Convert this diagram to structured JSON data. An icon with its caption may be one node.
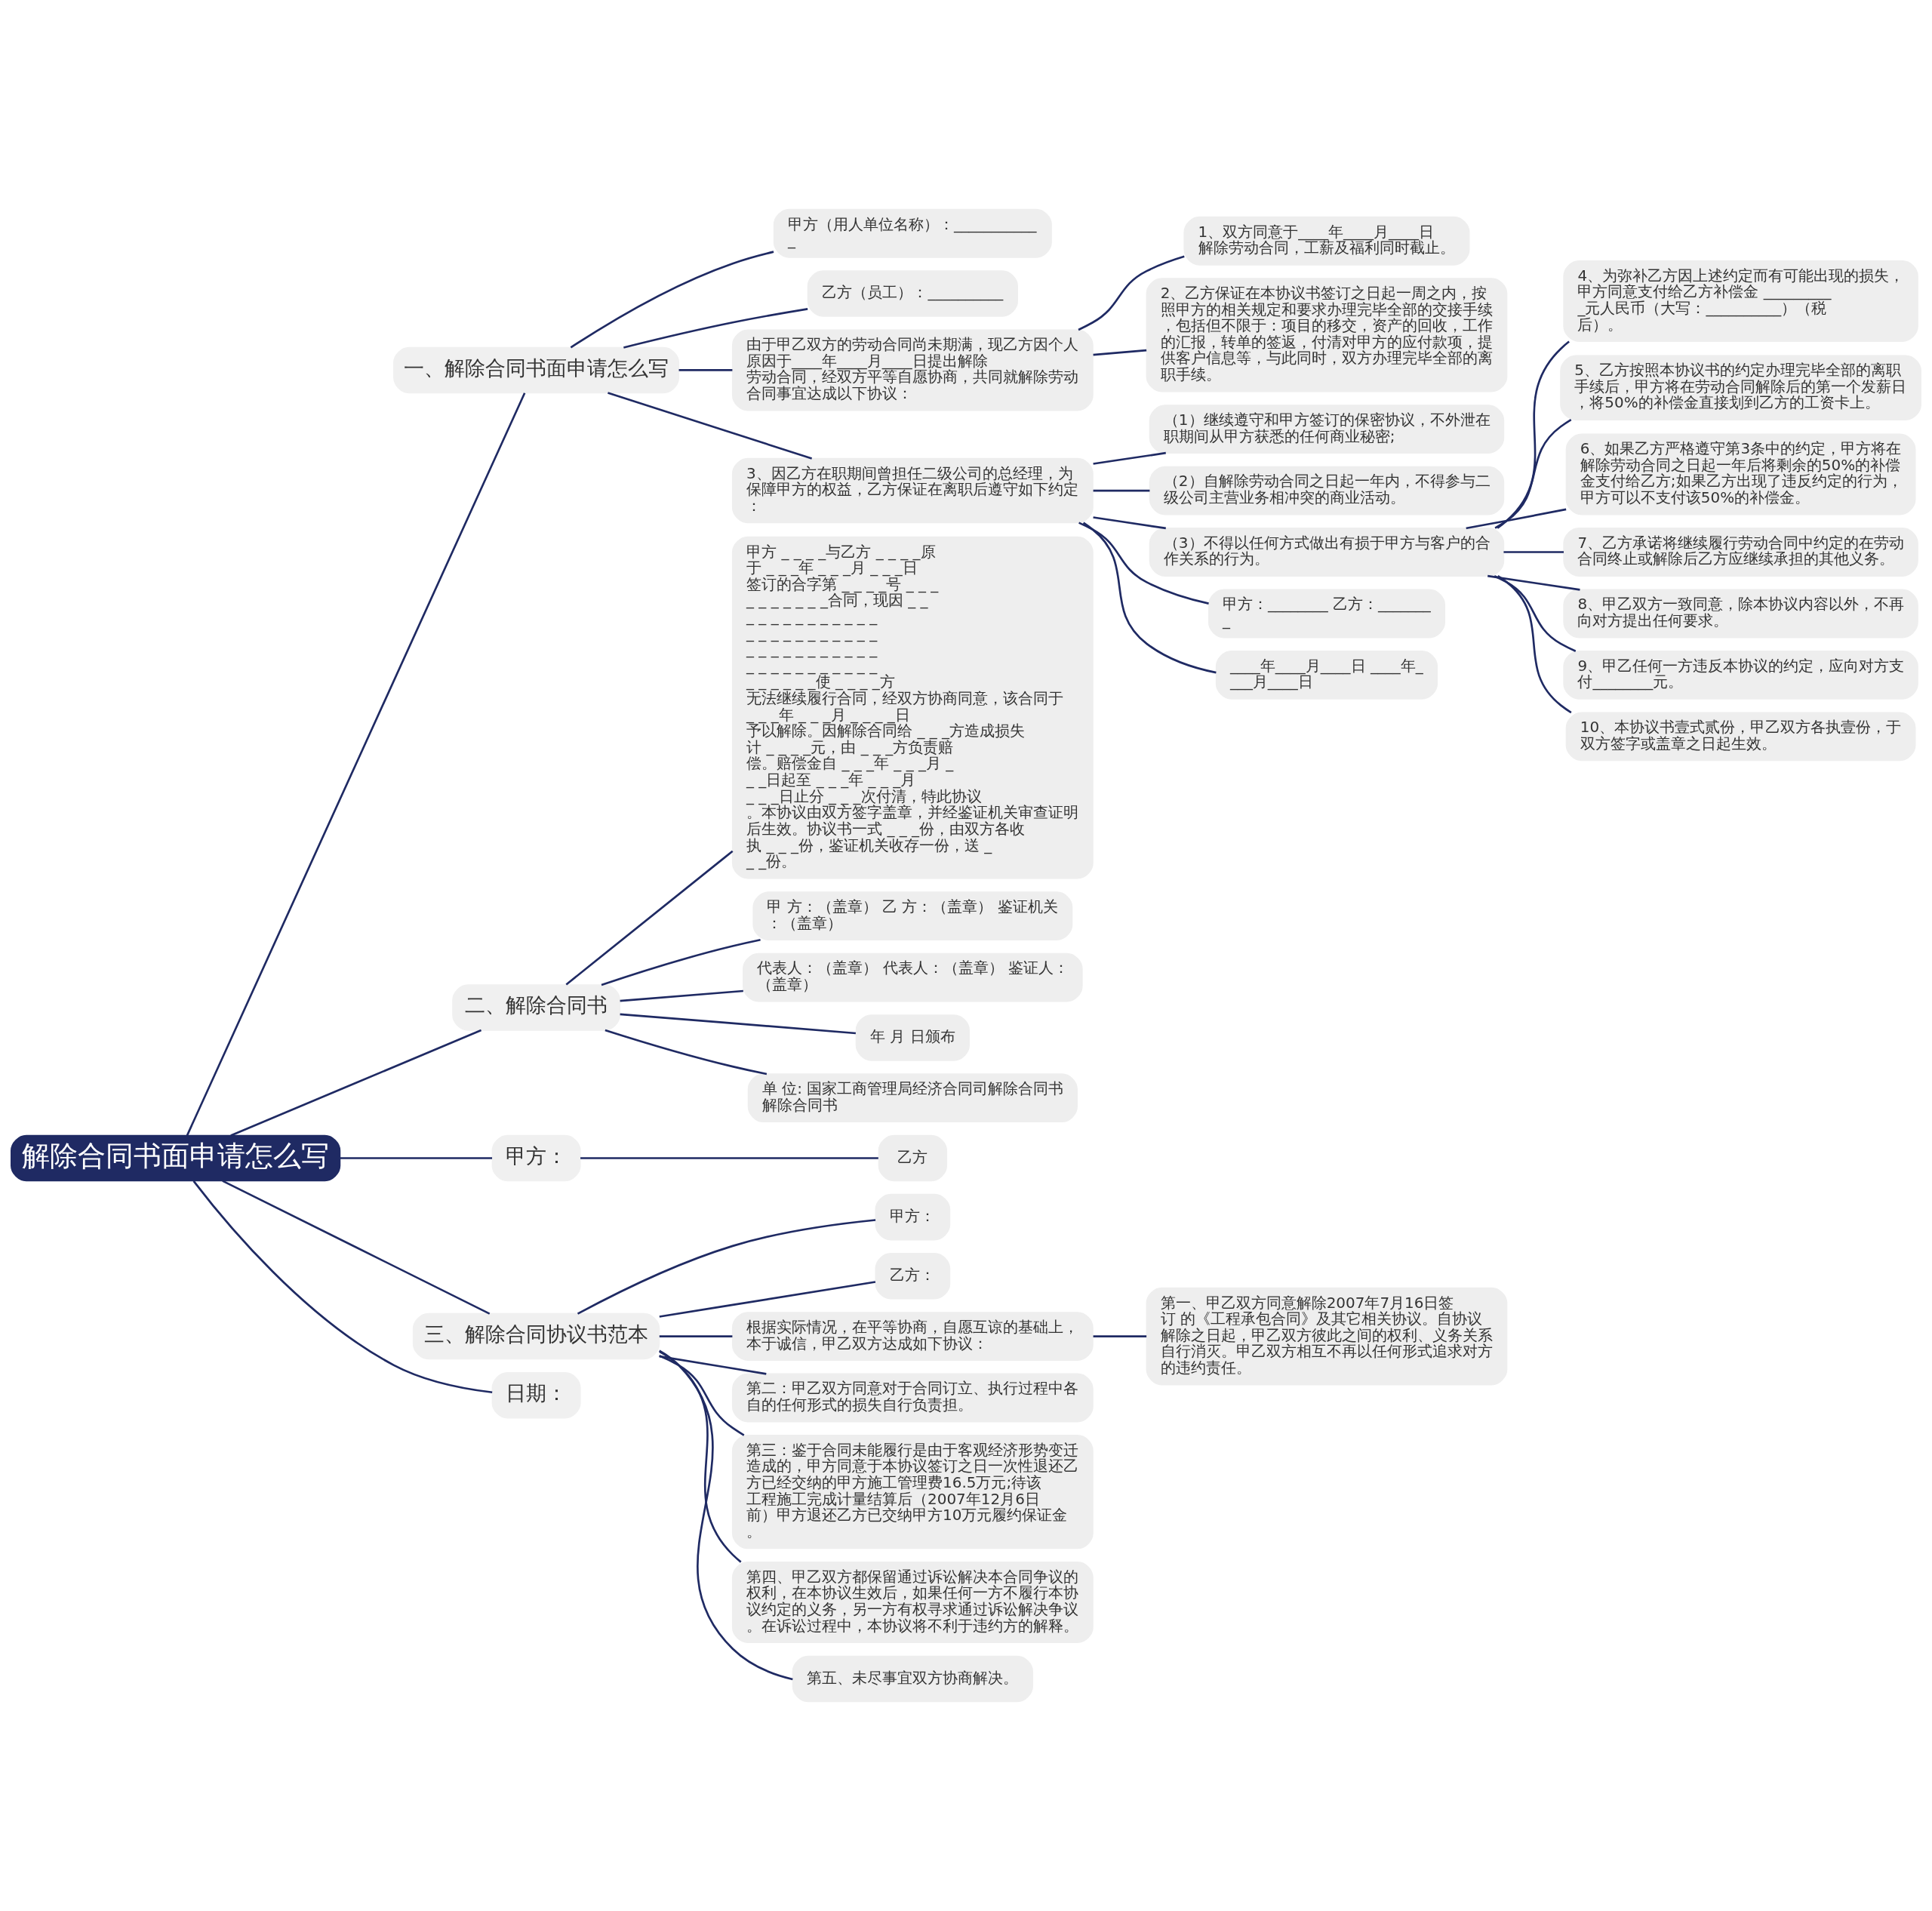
{
  "diagram": {
    "nodes": [
      {
        "text": [
          "解除合同书面申请怎么写"
        ]
      },
      {
        "text": [
          "一、解除合同书面申请怎么写"
        ]
      },
      {
        "text": [
          "甲方（用人单位名称）：____________"
        ]
      },
      {
        "text": [
          "乙方（员工）：__________"
        ]
      },
      {
        "text": [
          "由于甲乙双方的劳动合同尚未期满，现乙方因个人原因于____年____月____日提出解除劳动合同，经双方平等自愿协商，共同就解除劳动合同事宜达成以下协议："
        ]
      },
      {
        "text": [
          "1、双方同意于____年____月____日解除劳动合同，工薪及福利同时截止。"
        ]
      },
      {
        "text": [
          "2、乙方保证在本协议书签订之日起一周之内，按照甲方的相关规定和要求办理完毕全部的交接手续，包括但不限于：项目的移交，资产的回收，工作的汇报，转单的签返，付清对甲方的应付款项，提供客户信息等，与此同时，双方办理完毕全部的离职手续。"
        ]
      },
      {
        "text": [
          "3、因乙方在职期间曾担任二级公司的总经理，为保障甲方的权益，乙方保证在离职后遵守如下约定："
        ]
      },
      {
        "text": [
          "（1）继续遵守和甲方签订的保密协议，不外泄在职期间从甲方获悉的任何商业秘密;"
        ]
      },
      {
        "text": [
          "（2）自解除劳动合同之日起一年内，不得参与二级公司主营业务相冲突的商业活动。"
        ]
      },
      {
        "text": [
          "（3）不得以任何方式做出有损于甲方与客户的合作关系的行为。"
        ]
      },
      {
        "text": [
          "4、为弥补乙方因上述约定而有可能出现的损失，甲方同意支付给乙方补偿金 __________元人民币（大写：__________）（税后）。"
        ]
      },
      {
        "text": [
          "5、乙方按照本协议书的约定办理完毕全部的离职手续后，甲方将在劳动合同解除后的第一个发薪日，将50%的补偿金直接划到乙方的工资卡上。"
        ]
      },
      {
        "text": [
          "6、如果乙方严格遵守第3条中的约定，甲方将在解除劳动合同之日起一年后将剩余的50%的补偿金支付给乙方;如果乙方出现了违反约定的行为，甲方可以不支付该50%的补偿金。"
        ]
      },
      {
        "text": [
          "7、乙方承诺将继续履行劳动合同中约定的在劳动合同终止或解除后乙方应继续承担的其他义务。"
        ]
      },
      {
        "text": [
          "8、甲乙双方一致同意，除本协议内容以外，不再向对方提出任何要求。"
        ]
      },
      {
        "text": [
          "9、甲乙任何一方违反本协议的约定，应向对方支付________元。"
        ]
      },
      {
        "text": [
          "10、本协议书壹式贰份，甲乙双方各执壹份，于双方签字或盖章之日起生效。"
        ]
      },
      {
        "text": [
          "甲方：________ 乙方：________"
        ]
      },
      {
        "text": [
          "____年____月____日 ____年____月____日"
        ]
      },
      {
        "text": [
          "二、解除合同书"
        ]
      },
      {
        "text": [
          "甲方 _ _ _ _与乙方 _ _ _ _原于 _ _ _年 _ _ _月 _ _ _日签订的合字第 _ _ _ _号 _ _ _ _ _ _ _ _ _ _合同，现因 _ _ _ _ _ _ _ _ _ _ _ _ _ _ _ _ _ _ _ _ _ _ _ _ _ _ _ _ _ _ _ _ _ _ _ _ _ _ _ _ _ _ _ _ _ _ _ _ _ _ _ _使 _ _ _ _方无法继续履行合同，经双方协商同意，该合同于 _ _ _年 _ _ _月 _ _ _ _日予以解除。因解除合同给 _ _ _方造成损失计 _ _ _ _元，由 _ _ _方负责赔偿。赔偿金自 _ _ _年 _ _ _月 _ _ _日起至 _ _ _年 _ _ _月 _ _ _日止分 _ _ _次付清，特此协议。本协议由双方签字盖章，并经鉴证机关审查证明后生效。协议书一式 _ _ _份，由双方各收执 _ _ _份，鉴证机关收存一份，送 _ _ _份。"
        ]
      },
      {
        "text": [
          "甲 方：（盖章） 乙 方：（盖章） 鉴证机关：（盖章）"
        ]
      },
      {
        "text": [
          "代表人：（盖章） 代表人：（盖章） 鉴证人：（盖章）"
        ]
      },
      {
        "text": [
          "年 月 日颁布"
        ]
      },
      {
        "text": [
          "单 位: 国家工商管理局经济合同司解除合同书解除合同书"
        ]
      },
      {
        "text": [
          "甲方："
        ]
      },
      {
        "text": [
          "乙方"
        ]
      },
      {
        "text": [
          "三、解除合同协议书范本"
        ]
      },
      {
        "text": [
          "甲方："
        ]
      },
      {
        "text": [
          "乙方："
        ]
      },
      {
        "text": [
          "根据实际情况，在平等协商，自愿互谅的基础上，本于诚信，甲乙双方达成如下协议："
        ]
      },
      {
        "text": [
          "第一、甲乙双方同意解除2007年7月16日签订 的《工程承包合同》及其它相关协议。自协议解除之日起，甲乙双方彼此之间的权利、义务关系自行消灭。甲乙双方相互不再以任何形式追求对方的违约责任。"
        ]
      },
      {
        "text": [
          "第二：甲乙双方同意对于合同订立、执行过程中各自的任何形式的损失自行负责担。"
        ]
      },
      {
        "text": [
          "第三：鉴于合同未能履行是由于客观经济形势变迁造成的，甲方同意于本协议签订之日一次性退还乙方已经交纳的甲方施工管理费16.5万元;待该工程施工完成计量结算后（2007年12月6日前）甲方退还乙方已交纳甲方10万元履约保证金。"
        ]
      },
      {
        "text": [
          "第四、甲乙双方都保留通过诉讼解决本合同争议的权利，在本协议生效后，如果任何一方不履行本协议约定的义务，另一方有权寻求通过诉讼解决争议。在诉讼过程中，本协议将不利于违约方的解释。"
        ]
      },
      {
        "text": [
          "第五、未尽事宜双方协商解决。"
        ]
      },
      {
        "text": [
          "日期："
        ]
      }
    ],
    "edges": [
      {
        "from": 0,
        "to": 1,
        "arrow": "none"
      },
      {
        "from": 1,
        "to": 2,
        "arrow": "none"
      },
      {
        "from": 1,
        "to": 3,
        "arrow": "none"
      },
      {
        "from": 1,
        "to": 4,
        "arrow": "none"
      },
      {
        "from": 4,
        "to": 5,
        "arrow": "none"
      },
      {
        "from": 4,
        "to": 6,
        "arrow": "none"
      },
      {
        "from": 1,
        "to": 7,
        "arrow": "none"
      },
      {
        "from": 7,
        "to": 8,
        "arrow": "none"
      },
      {
        "from": 7,
        "to": 9,
        "arrow": "none"
      },
      {
        "from": 7,
        "to": 10,
        "arrow": "none"
      },
      {
        "from": 10,
        "to": 11,
        "arrow": "none"
      },
      {
        "from": 10,
        "to": 12,
        "arrow": "none"
      },
      {
        "from": 10,
        "to": 13,
        "arrow": "none"
      },
      {
        "from": 10,
        "to": 14,
        "arrow": "none"
      },
      {
        "from": 10,
        "to": 15,
        "arrow": "none"
      },
      {
        "from": 10,
        "to": 16,
        "arrow": "none"
      },
      {
        "from": 10,
        "to": 17,
        "arrow": "none"
      },
      {
        "from": 7,
        "to": 18,
        "arrow": "none"
      },
      {
        "from": 7,
        "to": 19,
        "arrow": "none"
      },
      {
        "from": 0,
        "to": 20,
        "arrow": "none"
      },
      {
        "from": 20,
        "to": 21,
        "arrow": "none"
      },
      {
        "from": 20,
        "to": 22,
        "arrow": "none"
      },
      {
        "from": 20,
        "to": 23,
        "arrow": "none"
      },
      {
        "from": 20,
        "to": 24,
        "arrow": "none"
      },
      {
        "from": 20,
        "to": 25,
        "arrow": "none"
      },
      {
        "from": 0,
        "to": 26,
        "arrow": "none"
      },
      {
        "from": 26,
        "to": 27,
        "arrow": "none"
      },
      {
        "from": 0,
        "to": 28,
        "arrow": "none"
      },
      {
        "from": 28,
        "to": 29,
        "arrow": "none"
      },
      {
        "from": 28,
        "to": 30,
        "arrow": "none"
      },
      {
        "from": 28,
        "to": 31,
        "arrow": "none"
      },
      {
        "from": 31,
        "to": 32,
        "arrow": "none"
      },
      {
        "from": 28,
        "to": 33,
        "arrow": "none"
      },
      {
        "from": 28,
        "to": 34,
        "arrow": "none"
      },
      {
        "from": 28,
        "to": 35,
        "arrow": "none"
      },
      {
        "from": 28,
        "to": 36,
        "arrow": "none"
      },
      {
        "from": 0,
        "to": 37,
        "arrow": "none"
      }
    ]
  }
}
